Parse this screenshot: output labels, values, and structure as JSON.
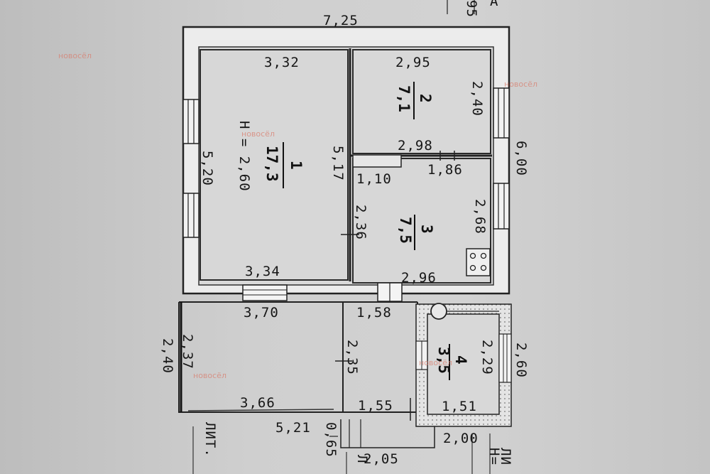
{
  "watermark": "новосёл",
  "corner_text": {
    "top": "А",
    "top_left_num": "95",
    "bottom_left": "ЛИТ.",
    "bottom_left2": "Л",
    "bottom_right": "Н=",
    "bottom_right2": "ЛИ"
  },
  "overall": {
    "width": "7,25",
    "depth": "6,00"
  },
  "rooms": [
    {
      "id": "room-1",
      "number": "1",
      "area": "17,3",
      "height_label": "Н = 2,60",
      "dims": {
        "top": "3,32",
        "left": "5,20",
        "right": "5,17",
        "bottom": "3,34"
      }
    },
    {
      "id": "room-2",
      "number": "2",
      "area": "7,1",
      "dims": {
        "top": "2,95",
        "right": "2,40",
        "bottom": "2,98"
      }
    },
    {
      "id": "room-3",
      "number": "3",
      "area": "7,5",
      "dims": {
        "top_left": "1,10",
        "top_right": "1,86",
        "left": "2,36",
        "right": "2,68",
        "bottom": "2,96"
      }
    },
    {
      "id": "room-4",
      "number": "4",
      "area": "3,5",
      "dims": {
        "right": "2,29",
        "bottom": "1,51"
      }
    }
  ],
  "extension": {
    "top": "3,70",
    "left_inner": "2,37",
    "left_outer": "2,40",
    "bottom": "3,66",
    "overall_bottom": "5,21",
    "mid_top": "1,58",
    "mid_side": "2,35",
    "mid_bottom": "1,55",
    "right_outer": "2,60",
    "right_bottom": "2,00"
  },
  "porch": {
    "depth": "0,65",
    "width": "2,05"
  }
}
